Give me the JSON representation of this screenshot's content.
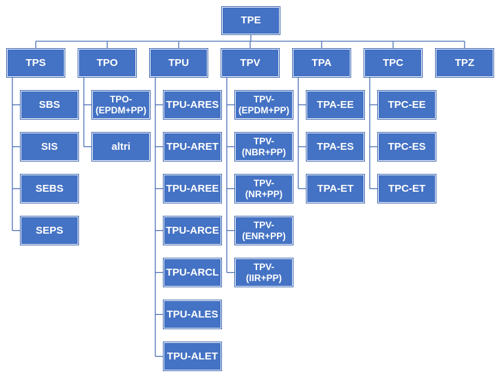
{
  "root": {
    "label": "TPE"
  },
  "groups": [
    {
      "label": "TPS",
      "children": [
        [
          "SBS"
        ],
        [
          "SIS"
        ],
        [
          "SEBS"
        ],
        [
          "SEPS"
        ]
      ]
    },
    {
      "label": "TPO",
      "children": [
        [
          "TPO-",
          "(EPDM+PP)"
        ],
        [
          "altri"
        ]
      ]
    },
    {
      "label": "TPU",
      "children": [
        [
          "TPU-ARES"
        ],
        [
          "TPU-ARET"
        ],
        [
          "TPU-AREE"
        ],
        [
          "TPU-ARCE"
        ],
        [
          "TPU-ARCL"
        ],
        [
          "TPU-ALES"
        ],
        [
          "TPU-ALET"
        ]
      ]
    },
    {
      "label": "TPV",
      "children": [
        [
          "TPV-",
          "(EPDM+PP)"
        ],
        [
          "TPV-",
          "(NBR+PP)"
        ],
        [
          "TPV-",
          "(NR+PP)"
        ],
        [
          "TPV-",
          "(ENR+PP)"
        ],
        [
          "TPV-",
          "(IIR+PP)"
        ]
      ]
    },
    {
      "label": "TPA",
      "children": [
        [
          "TPA-EE"
        ],
        [
          "TPA-ES"
        ],
        [
          "TPA-ET"
        ]
      ]
    },
    {
      "label": "TPC",
      "children": [
        [
          "TPC-EE"
        ],
        [
          "TPC-ES"
        ],
        [
          "TPC-ET"
        ]
      ]
    },
    {
      "label": "TPZ",
      "children": []
    }
  ],
  "colors": {
    "box_fill": "#4472C4",
    "box_text": "#ffffff",
    "connector": "#4A6FB5"
  }
}
